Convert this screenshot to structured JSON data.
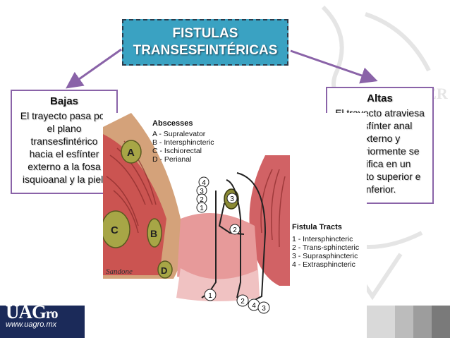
{
  "title": {
    "line1": "FISTULAS",
    "line2": "TRANSESFINTÉRICAS"
  },
  "left_box": {
    "heading": "Bajas",
    "lines": [
      "El trayecto pasa por",
      "el plano",
      "transesfintérico",
      "hacia el esfínter",
      "externo a la fosa",
      "isquioanal y la piel."
    ]
  },
  "right_box": {
    "heading": "Altas",
    "lines": [
      "El trayecto atraviesa",
      "el esfínter anal",
      "externo y",
      "posteriormente se",
      "ramifica  en un",
      "trayecto superior e",
      "inferior."
    ]
  },
  "illustration": {
    "abscesses_title": "Abscesses",
    "abscesses": [
      "A - Supralevator",
      "B - Intersphincteric",
      "C - Ischiorectal",
      "D - Perianal"
    ],
    "tracts_title": "Fistula Tracts",
    "tracts": [
      "1 - Intersphincteric",
      "2 - Trans-sphincteric",
      "3 - Suprasphincteric",
      "4 - Extrasphincteric"
    ],
    "signature": "Sandone"
  },
  "watermark_text": "UNIVER",
  "logo": {
    "text_main": "UAG",
    "text_suffix": "ro",
    "url": "www.uagro.mx"
  },
  "colors": {
    "title_bg": "#3aa2c2",
    "box_border": "#8a63a8",
    "arrow": "#8a63a8",
    "footer_dark": "#1b2a59",
    "tissue_red": "#c9474a",
    "abscess_olive": "#a7a646"
  }
}
